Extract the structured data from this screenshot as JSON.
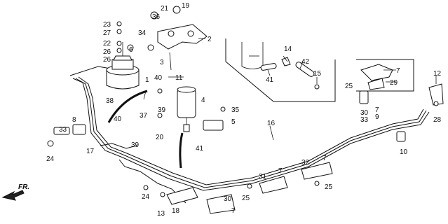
{
  "direction_label": "FR.",
  "callouts": {
    "c1": "1",
    "c2": "2",
    "c3": "3",
    "c4": "4",
    "c5": "5",
    "c6": "6",
    "c7a": "7",
    "c7b": "7",
    "c7c": "7",
    "c7d": "7",
    "c7e": "7",
    "c8": "8",
    "c9": "9",
    "c10": "10",
    "c11": "11",
    "c12": "12",
    "c13": "13",
    "c14": "14",
    "c15": "15",
    "c16": "16",
    "c17": "17",
    "c18": "18",
    "c19": "19",
    "c20": "20",
    "c21": "21",
    "c22": "22",
    "c23": "23",
    "c24a": "24",
    "c24b": "24",
    "c25a": "25",
    "c25b": "25",
    "c25c": "25",
    "c26a": "26",
    "c26b": "26",
    "c27": "27",
    "c28": "28",
    "c29": "29",
    "c30a": "30",
    "c30b": "30",
    "c31": "31",
    "c32": "32",
    "c33a": "33",
    "c33b": "33",
    "c34": "34",
    "c35": "35",
    "c36": "36",
    "c37": "37",
    "c38": "38",
    "c39a": "39",
    "c39b": "39",
    "c40a": "40",
    "c40b": "40",
    "c41a": "41",
    "c41b": "41",
    "c42": "42"
  }
}
